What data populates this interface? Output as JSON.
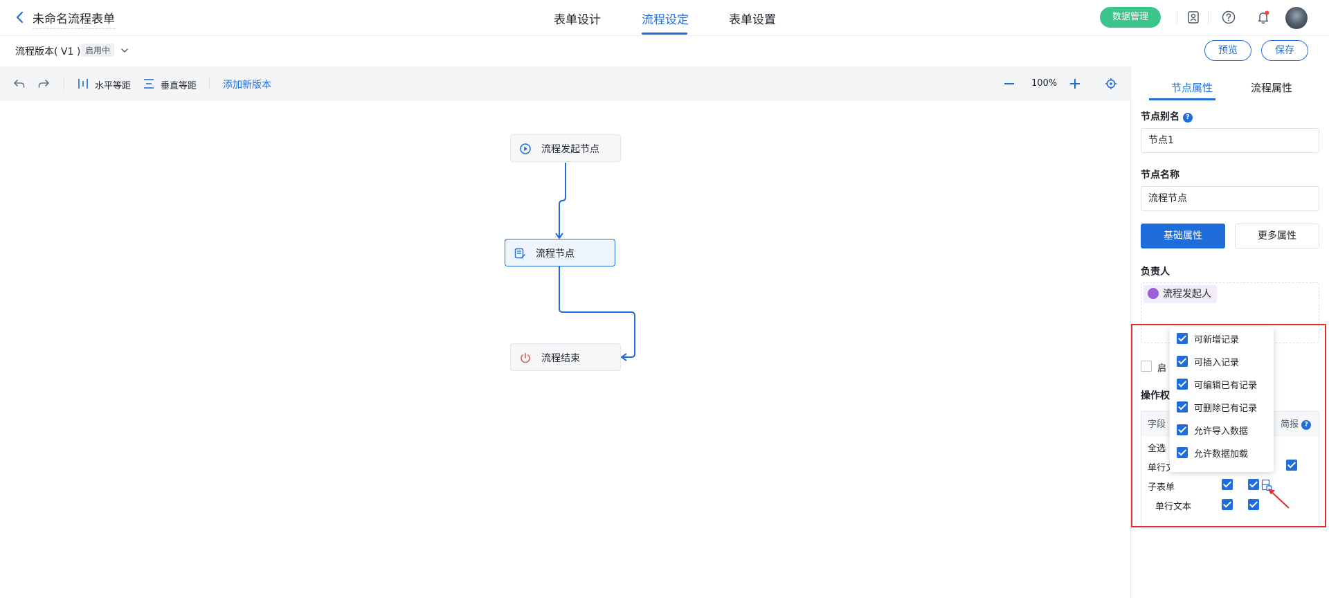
{
  "header": {
    "back_label": "",
    "title": "未命名流程表单",
    "tabs": [
      {
        "label": "表单设计"
      },
      {
        "label": "流程设定"
      },
      {
        "label": "表单设置"
      }
    ],
    "data_button": "数据管理"
  },
  "version_bar": {
    "label": "流程版本( V1 )",
    "status": "启用中",
    "preview_button": "预览",
    "save_button": "保存"
  },
  "toolbar": {
    "horizontal_label": "水平等距",
    "vertical_label": "垂直等距",
    "add_version": "添加新版本",
    "zoom": "100%"
  },
  "flow": {
    "nodes": [
      {
        "label": "流程发起节点",
        "icon": "play-circle-icon"
      },
      {
        "label": "流程节点",
        "icon": "edit-doc-icon"
      },
      {
        "label": "流程结束",
        "icon": "power-icon"
      }
    ],
    "colors": {
      "line": "#1f6ddc",
      "end_icon": "#e05656"
    }
  },
  "panel": {
    "tabs": [
      {
        "label": "节点属性"
      },
      {
        "label": "流程属性"
      }
    ],
    "alias_label": "节点别名",
    "alias_value": "节点1",
    "name_label": "节点名称",
    "name_value": "流程节点",
    "basic_button": "基础属性",
    "more_button": "更多属性",
    "assignee_label": "负责人",
    "assignee_chip": "流程发起人",
    "enable_label_partial": "启",
    "ops_label_partial": "操作权",
    "table": {
      "header_field": "字段",
      "header_report": "简报",
      "rows": [
        {
          "label": "全选"
        },
        {
          "label": "单行文"
        },
        {
          "label": "子表单",
          "c1": true,
          "c2": true
        },
        {
          "label": "单行文本",
          "c1": true,
          "c2": true
        }
      ]
    },
    "popover_items": [
      {
        "label": "可新增记录",
        "checked": true
      },
      {
        "label": "可插入记录",
        "checked": true
      },
      {
        "label": "可编辑已有记录",
        "checked": true
      },
      {
        "label": "可删除已有记录",
        "checked": true
      },
      {
        "label": "允许导入数据",
        "checked": true
      },
      {
        "label": "允许数据加载",
        "checked": true
      }
    ]
  },
  "colors": {
    "accent": "#1f6ddc",
    "green": "#3cc58a",
    "highlight": "#e02c2c"
  }
}
